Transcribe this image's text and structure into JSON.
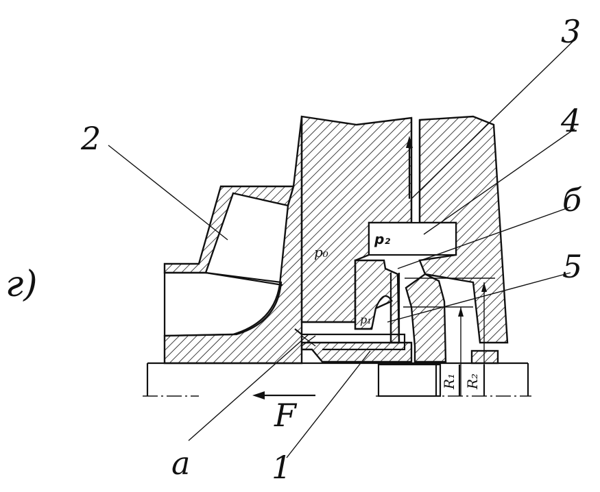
{
  "figure": {
    "panel_label": "г)",
    "callouts": {
      "n1": "1",
      "n2": "2",
      "n3": "3",
      "n4": "4",
      "n5": "5",
      "b": "б",
      "a": "а"
    },
    "pressures": {
      "p0": "p₀",
      "p1": "p₁",
      "p2": "p₂"
    },
    "radii": {
      "r1": "R₁",
      "r2": "R₂"
    },
    "force": "F"
  }
}
